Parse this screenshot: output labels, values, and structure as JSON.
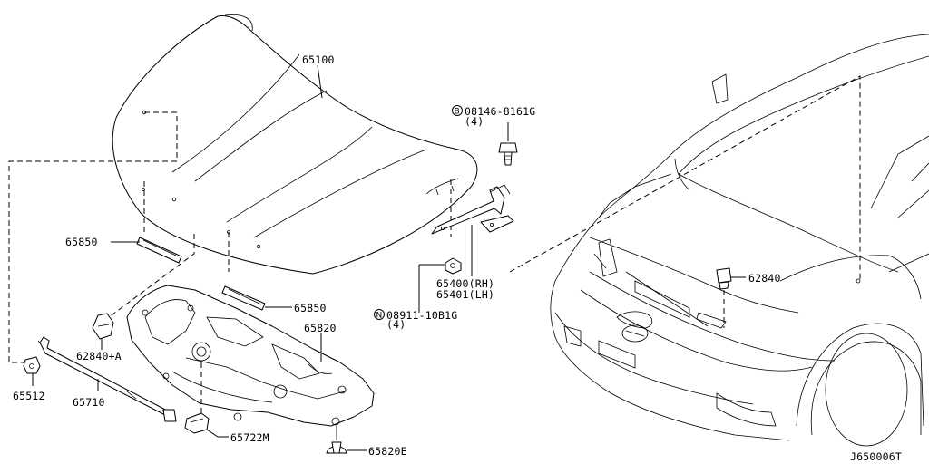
{
  "labels": {
    "hood": "65100",
    "bolt": "08146-8161G",
    "bolt_qty": "(4)",
    "bolt_prefix": "B",
    "insulator_left": "65850",
    "insulator_right": "65850",
    "hinge_rh": "65400(RH)",
    "hinge_lh": "65401(LH)",
    "nut": "08911-10B1G",
    "nut_qty": "(4)",
    "nut_prefix": "N",
    "bumper_stop": "62840",
    "insulator_panel": "65820",
    "bracket": "62840+A",
    "grommet": "65512",
    "hood_rod": "65710",
    "lock": "65722M",
    "clip": "65820E",
    "diagram_id": "J650006T"
  }
}
